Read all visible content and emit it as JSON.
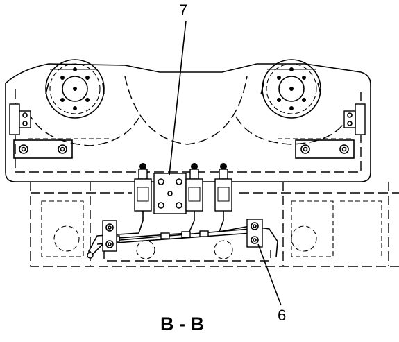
{
  "callouts": {
    "top": "7",
    "bottom": "6"
  },
  "view_label": "B - B",
  "colors": {
    "line": "#000000",
    "background": "#ffffff"
  }
}
